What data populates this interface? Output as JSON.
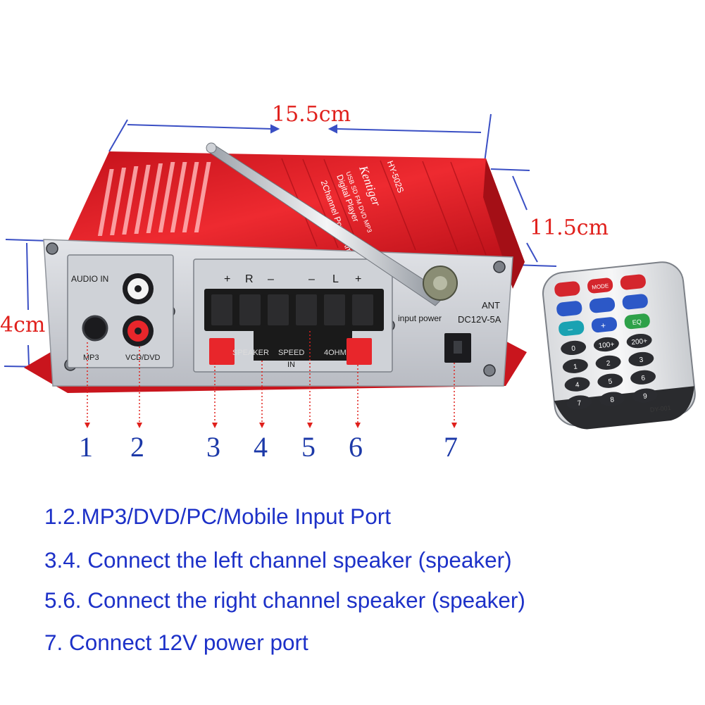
{
  "dimensions": {
    "width_label": "15.5cm",
    "depth_label": "11.5cm",
    "height_label": "4cm"
  },
  "brand": {
    "name": "Kentiger",
    "model": "HY-502S",
    "line1": "USB SD FM DVD MP3",
    "line2": "Digital Player",
    "line3": "2Channel Power Amplifier"
  },
  "panel": {
    "audio_in": "AUDIO IN",
    "mp3": "MP3",
    "vcd_dvd": "VCD/DVD",
    "terminal_polarity": [
      "+",
      "R",
      "–",
      "–",
      "L",
      "+"
    ],
    "speaker_text": "SPEAKER",
    "speed_text": "SPEED",
    "in_text": "IN",
    "ohm_text": "4OHM",
    "ant": "ANT",
    "input_power": "input power",
    "dc_rating": "DC12V-5A"
  },
  "remote": {
    "model": "DY-001",
    "top_buttons": [
      "",
      "MODE",
      ""
    ],
    "row2": [
      "",
      "",
      ""
    ],
    "row3": [
      "–",
      "+",
      "EQ"
    ],
    "digits": [
      "0",
      "100+",
      "200+",
      "1",
      "2",
      "3",
      "4",
      "5",
      "6",
      "7",
      "8",
      "9"
    ]
  },
  "callouts": [
    "1",
    "2",
    "3",
    "4",
    "5",
    "6",
    "7"
  ],
  "descriptions": [
    "1.2.MP3/DVD/PC/Mobile Input Port",
    "3.4. Connect the left channel speaker (speaker)",
    "5.6. Connect the right channel speaker (speaker)",
    "7. Connect 12V power port"
  ],
  "colors": {
    "chassis_red": "#e01a22",
    "dimension_red": "#e0201c",
    "dimension_line": "#3a4fc4",
    "callout_blue": "#1c39a8",
    "description_blue": "#1d31c8",
    "panel_silver": "#c9ccd2",
    "terminal_black": "#1a1a1a",
    "clip_red": "#e8262b"
  }
}
